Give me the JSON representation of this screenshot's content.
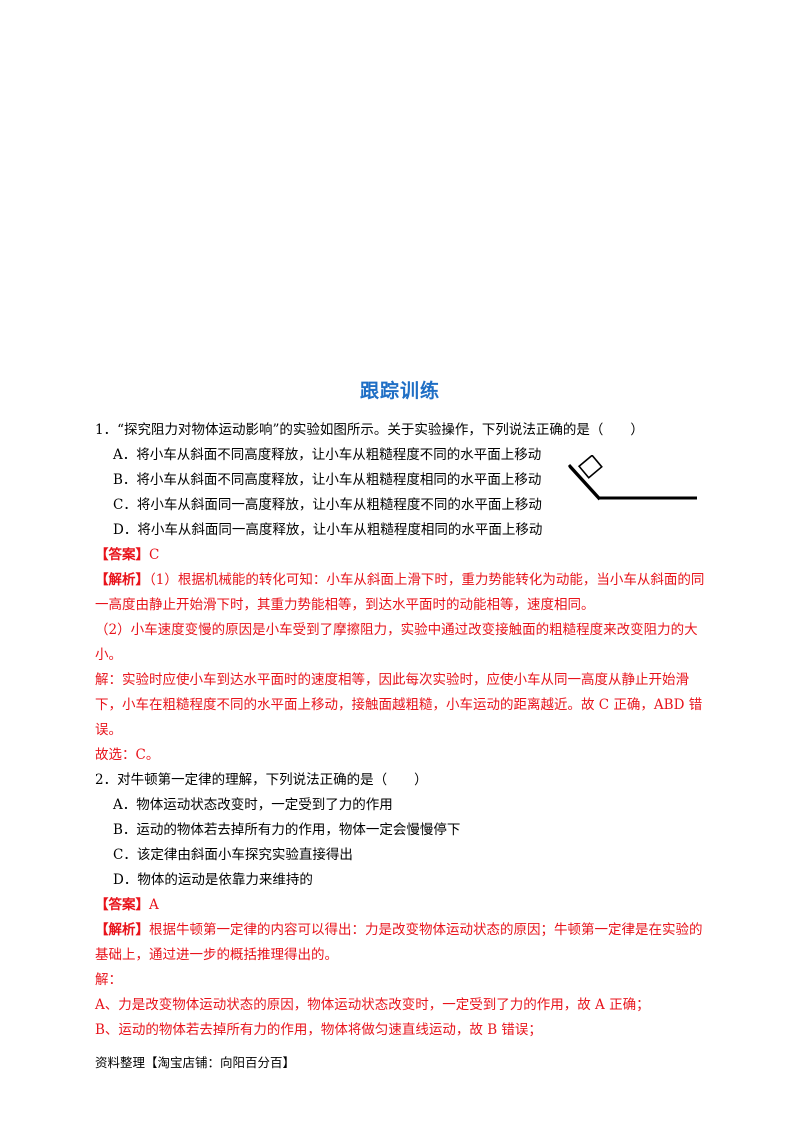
{
  "title": "跟踪训练",
  "q1": {
    "stem": "1．“探究阻力对物体运动影响”的实验如图所示。关于实验操作，下列说法正确的是（　　）",
    "options": [
      "A．将小车从斜面不同高度释放，让小车从粗糙程度不同的水平面上移动",
      "B．将小车从斜面不同高度释放，让小车从粗糙程度相同的水平面上移动",
      "C．将小车从斜面同一高度释放，让小车从粗糙程度不同的水平面上移动",
      "D．将小车从斜面同一高度释放，让小车从粗糙程度相同的水平面上移动"
    ],
    "answer_tag": "【答案】",
    "answer": "C",
    "analysis_tag": "【解析】",
    "analysis": [
      "（1）根据机械能的转化可知：小车从斜面上滑下时，重力势能转化为动能，当小车从斜面的同一高度由静止开始滑下时，其重力势能相等，到达水平面时的动能相等，速度相同。",
      "（2）小车速度变慢的原因是小车受到了摩擦阻力，实验中通过改变接触面的粗糙程度来改变阻力的大小。",
      "解：实验时应使小车到达水平面时的速度相等，因此每次实验时，应使小车从同一高度从静止开始滑下，小车在粗糙程度不同的水平面上移动，接触面越粗糙，小车运动的距离越近。故 C 正确，ABD 错误。",
      "故选：C。"
    ]
  },
  "q2": {
    "stem": "2．对牛顿第一定律的理解，下列说法正确的是（　　）",
    "options": [
      "A．物体运动状态改变时，一定受到了力的作用",
      "B．运动的物体若去掉所有力的作用，物体一定会慢慢停下",
      "C．该定律由斜面小车探究实验直接得出",
      "D．物体的运动是依靠力来维持的"
    ],
    "answer_tag": "【答案】",
    "answer": "A",
    "analysis_tag": "【解析】",
    "analysis_first": "根据牛顿第一定律的内容可以得出：力是改变物体运动状态的原因；牛顿第一定律是在实验的基础上，通过进一步的概括推理得出的。",
    "analysis": [
      "解：",
      "A、力是改变物体运动状态的原因，物体运动状态改变时，一定受到了力的作用，故 A 正确；",
      "B、运动的物体若去掉所有力的作用，物体将做匀速直线运动，故 B 错误；"
    ]
  },
  "footer": "资料整理【淘宝店铺：向阳百分百】"
}
